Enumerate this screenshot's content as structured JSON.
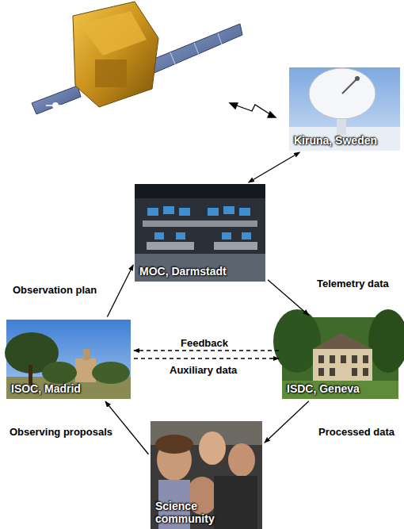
{
  "diagram": {
    "nodes": [
      {
        "text": [
          "Kiruna, Sweden"
        ]
      },
      {
        "text": [
          "MOC, Darmstadt"
        ]
      },
      {
        "text": [
          "ISOC, Madrid"
        ]
      },
      {
        "text": [
          "ISDC, Geneva"
        ]
      },
      {
        "text": [
          "Science community"
        ]
      }
    ],
    "edges": [
      {
        "from": 0,
        "to": 1,
        "arrow": "both"
      },
      {
        "from": 2,
        "to": 1,
        "label": "Observation plan",
        "arrow": "to"
      },
      {
        "from": 1,
        "to": 3,
        "label": "Telemetry data",
        "arrow": "to"
      },
      {
        "from": 3,
        "to": 2,
        "label": "Feedback",
        "arrow": "to"
      },
      {
        "from": 2,
        "to": 3,
        "label": "Auxiliary data",
        "arrow": "to"
      },
      {
        "from": 4,
        "to": 2,
        "label": "Observing proposals",
        "arrow": "to"
      },
      {
        "from": 3,
        "to": 4,
        "label": "Processed data",
        "arrow": "to"
      }
    ]
  }
}
